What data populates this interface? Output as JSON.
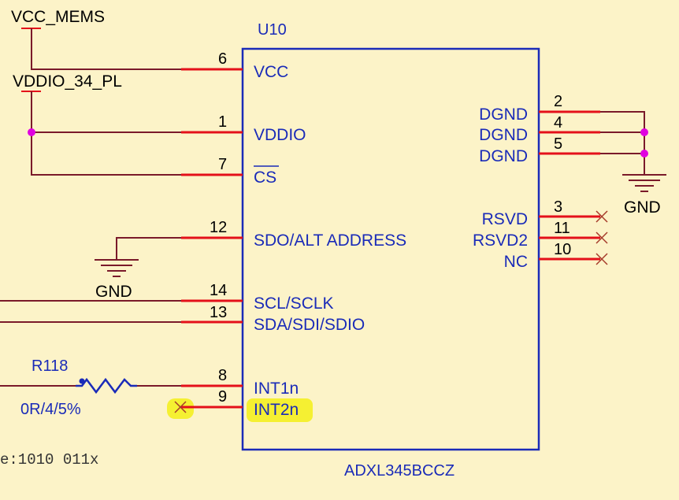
{
  "component": {
    "ref": "U10",
    "part": "ADXL345BCCZ"
  },
  "nets": {
    "vcc": "VCC_MEMS",
    "vddio": "VDDIO_34_PL",
    "gnd_left": "GND",
    "gnd_right": "GND"
  },
  "left_pins": [
    {
      "num": "6",
      "name": "VCC"
    },
    {
      "num": "1",
      "name": "VDDIO"
    },
    {
      "num": "7",
      "name": "CS"
    },
    {
      "num": "12",
      "name": "SDO/ALT ADDRESS"
    },
    {
      "num": "14",
      "name": "SCL/SCLK"
    },
    {
      "num": "13",
      "name": "SDA/SDI/SDIO"
    },
    {
      "num": "8",
      "name": "INT1n"
    },
    {
      "num": "9",
      "name": "INT2n"
    }
  ],
  "right_pins": [
    {
      "num": "2",
      "name": "DGND"
    },
    {
      "num": "4",
      "name": "DGND"
    },
    {
      "num": "5",
      "name": "DGND"
    },
    {
      "num": "3",
      "name": "RSVD"
    },
    {
      "num": "11",
      "name": "RSVD2"
    },
    {
      "num": "10",
      "name": "NC"
    }
  ],
  "resistor": {
    "ref": "R118",
    "value": "0R/4/5%"
  },
  "partial_text": "e:1010 011x",
  "colors": {
    "background": "#fcf3c8",
    "body_outline": "#1a2bb8",
    "pin_line": "#e4101a",
    "wire": "#7a1a2a",
    "junction": "#e000e0",
    "highlight": "#f5f032"
  }
}
